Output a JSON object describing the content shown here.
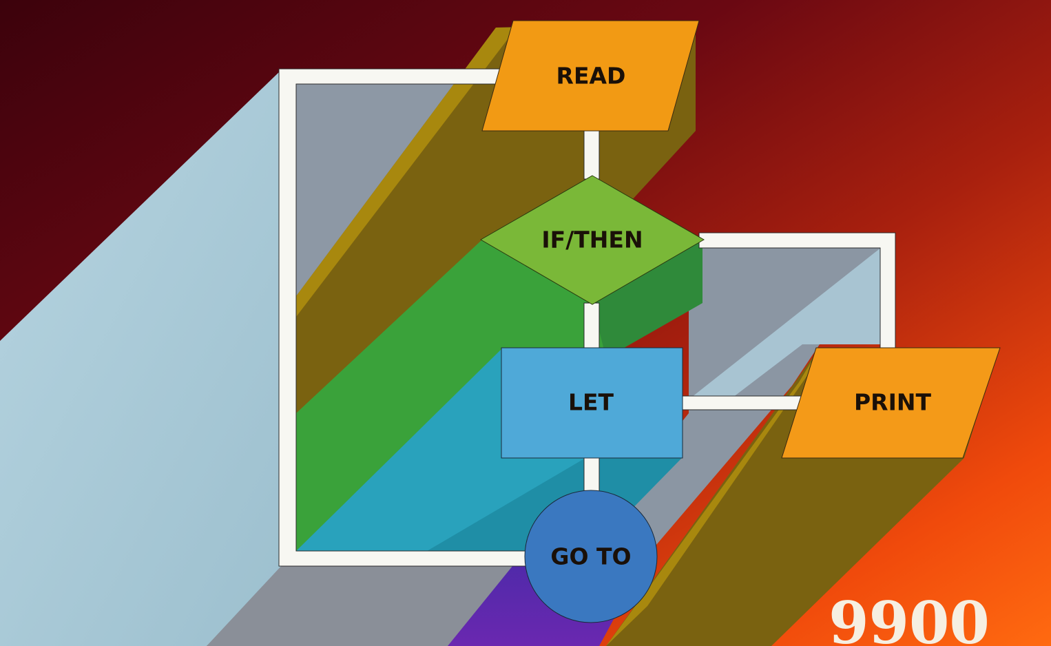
{
  "flowchart": {
    "read_label": "READ",
    "ifthen_label": "IF/THEN",
    "let_label": "LET",
    "print_label": "PRINT",
    "goto_label": "GO TO"
  },
  "cover_number": "9900",
  "colors": {
    "background_dark": "#4a0410",
    "background_mid": "#a31a10",
    "background_bright": "#ff5a0c",
    "connector_white": "#f7f7f2",
    "light_blue_slab": "#a9cbd8",
    "gray_panel": "#8e99a6",
    "read_orange": "#f29a14",
    "olive_shadow": "#7a6210",
    "ifthen_green": "#7ab838",
    "green_shadow": "#3aa03a",
    "let_blue": "#4fa9d8",
    "teal_shadow": "#27a0b8",
    "print_orange": "#f49a18",
    "goto_blue": "#3a78c0",
    "purple_shadow": "#5a2aa0"
  }
}
